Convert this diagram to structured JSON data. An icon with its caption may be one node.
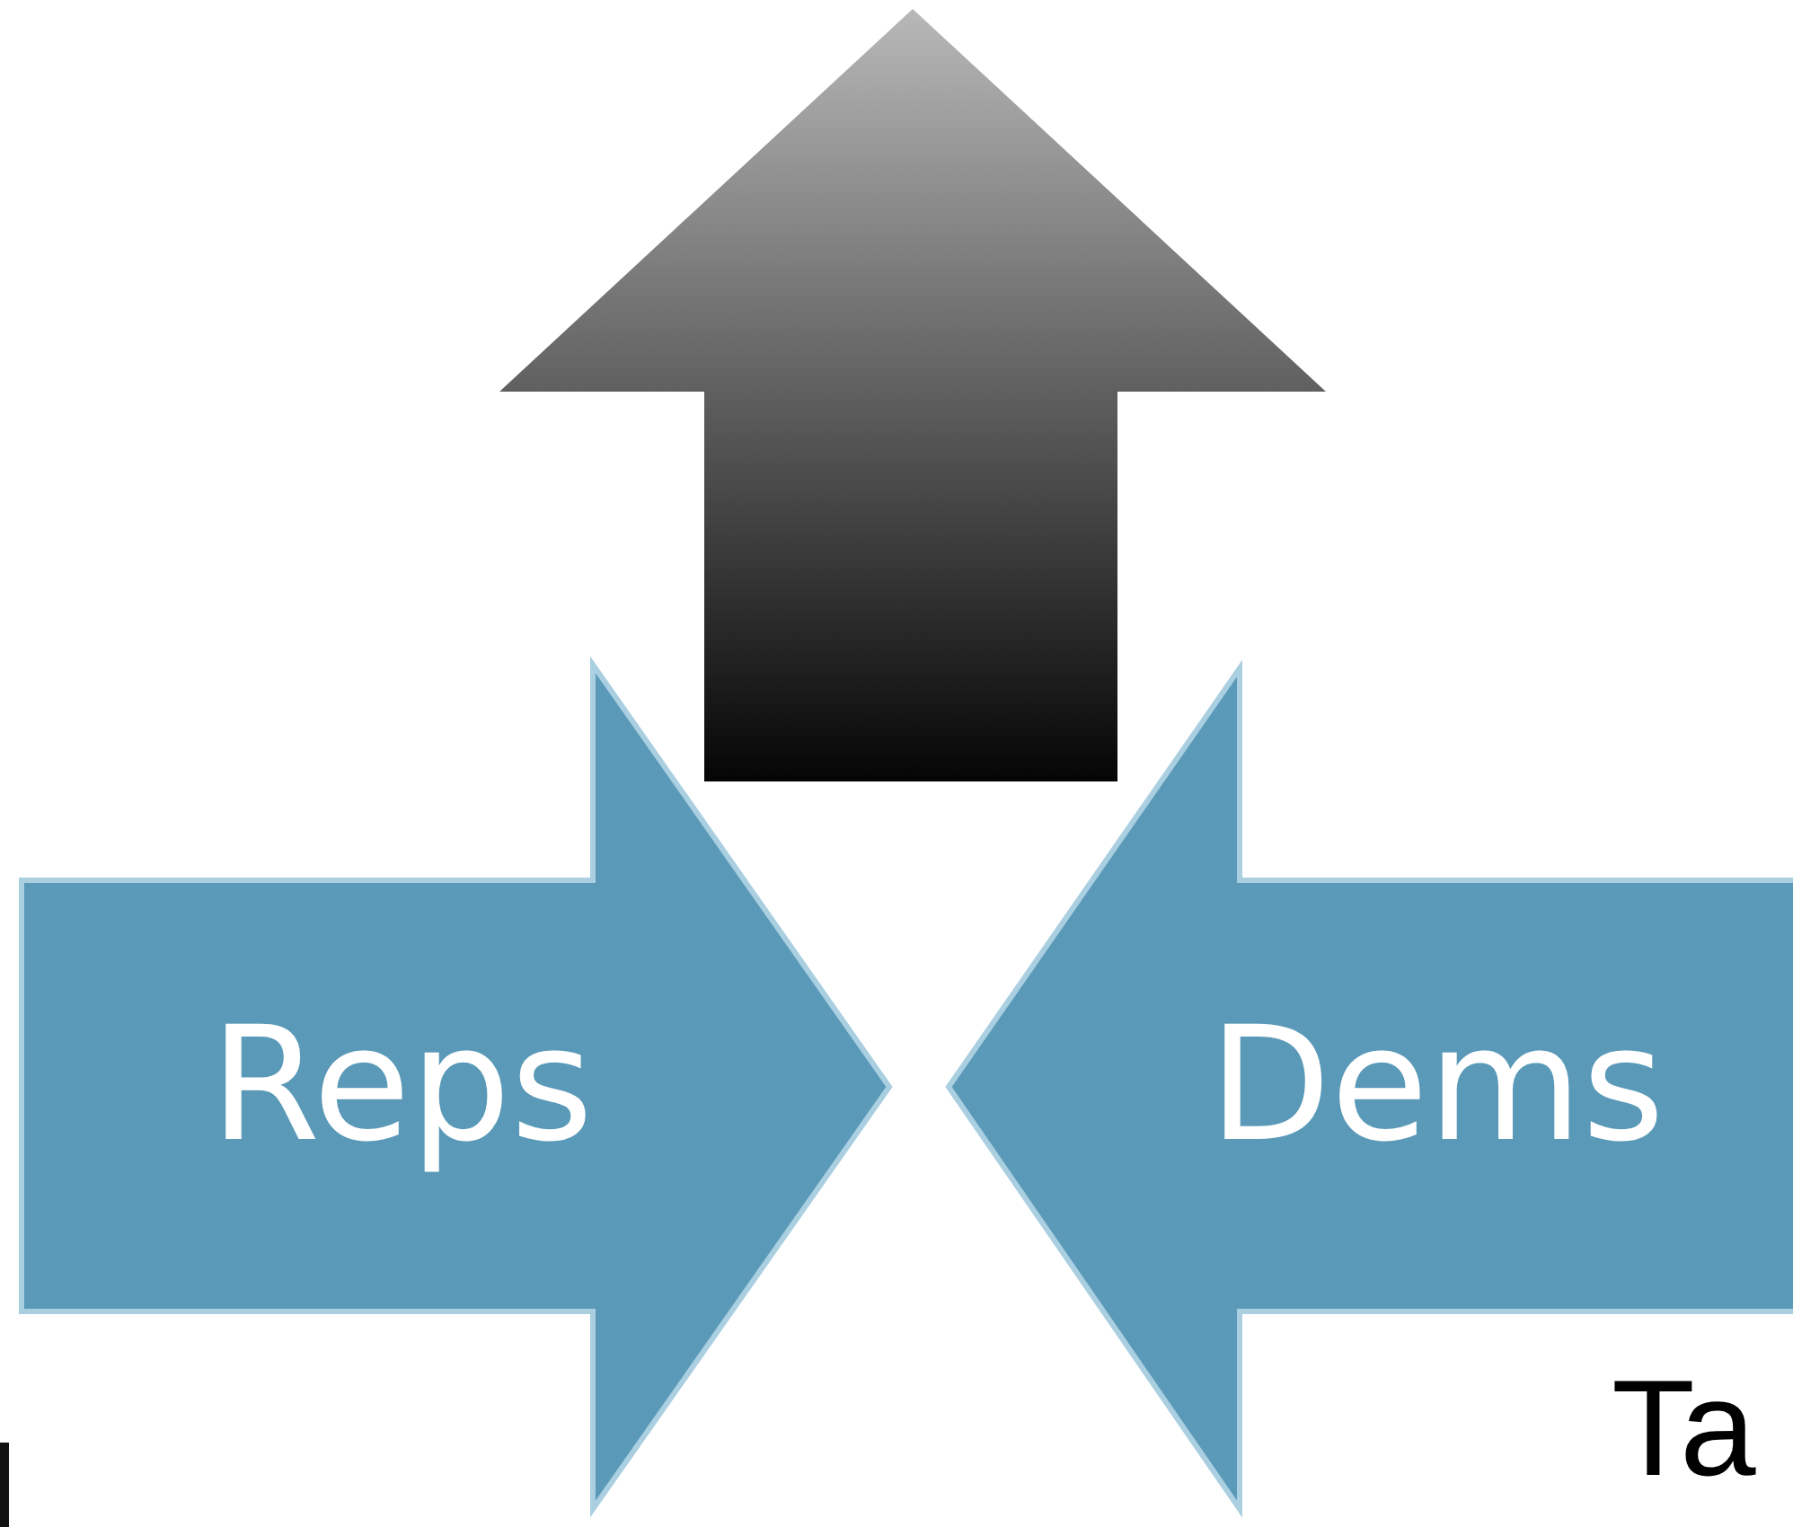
{
  "diagram": {
    "nodes": [
      {
        "text": [],
        "shape": "arrow"
      },
      {
        "text": [
          "Reps"
        ]
      },
      {
        "text": [
          "Dems"
        ]
      }
    ],
    "labels": [
      "Ta"
    ]
  }
}
